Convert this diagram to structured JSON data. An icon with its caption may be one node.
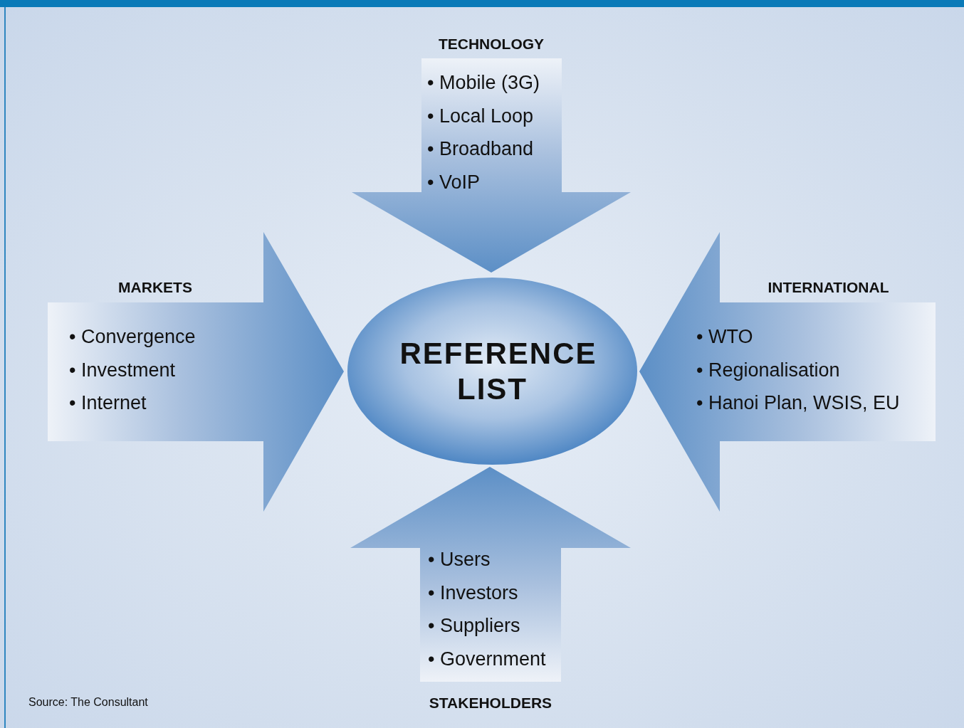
{
  "diagram": {
    "nodes": [
      {
        "text": [
          "TECHNOLOGY",
          "• Mobile (3G)",
          "• Local Loop",
          "• Broadband",
          "• VoIP"
        ]
      },
      {
        "text": [
          "MARKETS",
          "• Convergence",
          "• Investment",
          "• Internet"
        ]
      },
      {
        "text": [
          "REFERENCE LIST"
        ]
      },
      {
        "text": [
          "INTERNATIONAL",
          "• WTO",
          "• Regionalisation",
          "• Hanoi Plan, WSIS, EU"
        ]
      },
      {
        "text": [
          "• Users",
          "• Investors",
          "• Suppliers",
          "• Government",
          "STAKEHOLDERS"
        ]
      }
    ],
    "labels": [
      "Source: The Consultant"
    ]
  }
}
